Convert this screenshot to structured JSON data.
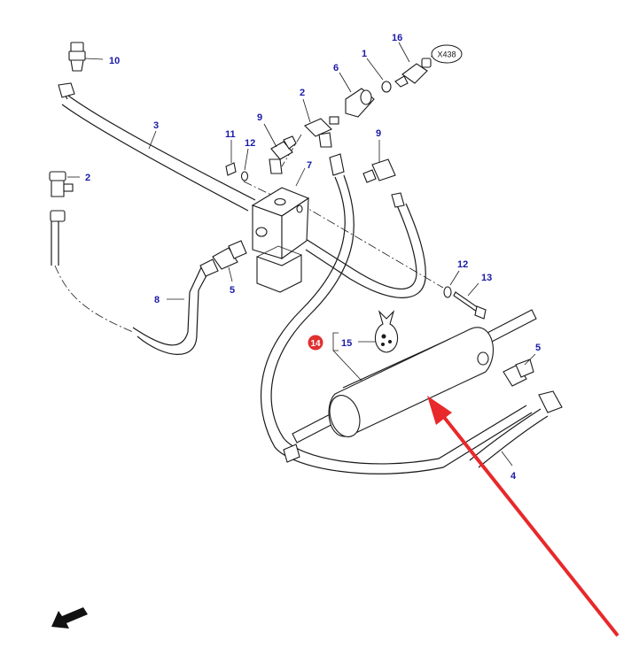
{
  "diagram": {
    "callouts": {
      "c10": "10",
      "c3": "3",
      "c2_left": "2",
      "c8": "8",
      "c5_left": "5",
      "c11": "11",
      "c12_top": "12",
      "c9_left": "9",
      "c2_top": "2",
      "c7": "7",
      "c6": "6",
      "c1": "1",
      "c16": "16",
      "c9_right": "9",
      "c12_right": "12",
      "c13": "13",
      "c14": "14",
      "c15": "15",
      "c5_right": "5",
      "c4": "4"
    },
    "connector_tag": "X438",
    "colors": {
      "callout_text": "#1a1aa8",
      "line_art": "#1a1a1a",
      "highlight_badge": "#e03030",
      "pointer_arrow": "#e8282a"
    },
    "icons": {
      "orientation_arrow": "direction-arrow-icon",
      "hardware_bag": "hardware-bag-icon"
    }
  }
}
